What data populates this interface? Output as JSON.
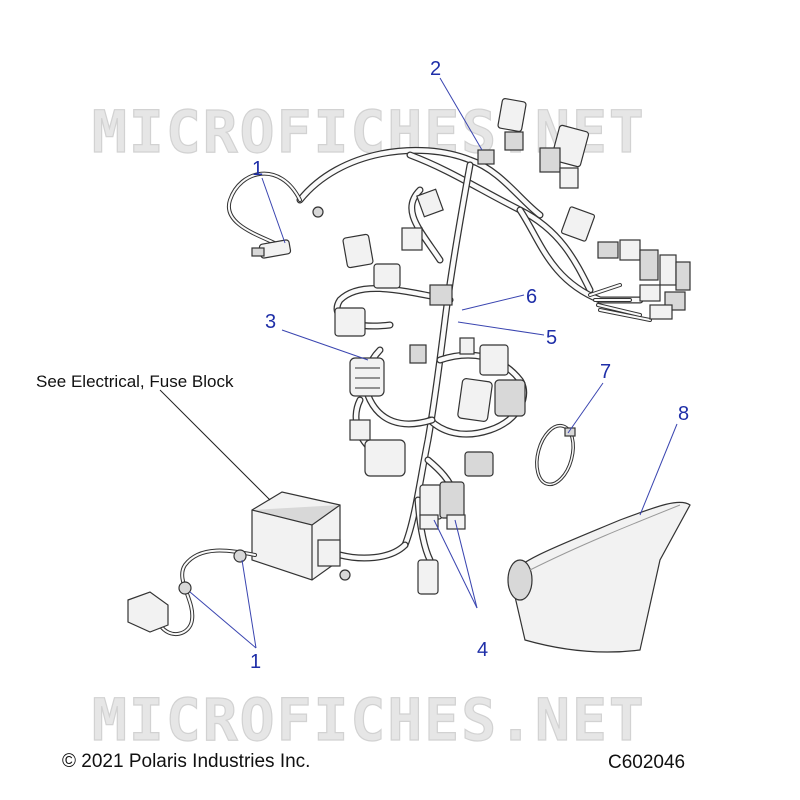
{
  "watermark": {
    "text": "MICROFICHES.NET"
  },
  "callouts": [
    {
      "id": "c1a",
      "label": "1"
    },
    {
      "id": "c2",
      "label": "2"
    },
    {
      "id": "c3",
      "label": "3"
    },
    {
      "id": "c5",
      "label": "5"
    },
    {
      "id": "c6",
      "label": "6"
    },
    {
      "id": "c7",
      "label": "7"
    },
    {
      "id": "c8",
      "label": "8"
    },
    {
      "id": "c1b",
      "label": "1"
    },
    {
      "id": "c4",
      "label": "4"
    }
  ],
  "reference_label": "See Electrical, Fuse Block",
  "footer": {
    "copyright": "© 2021 Polaris Industries Inc.",
    "drawing_code": "C602046"
  }
}
